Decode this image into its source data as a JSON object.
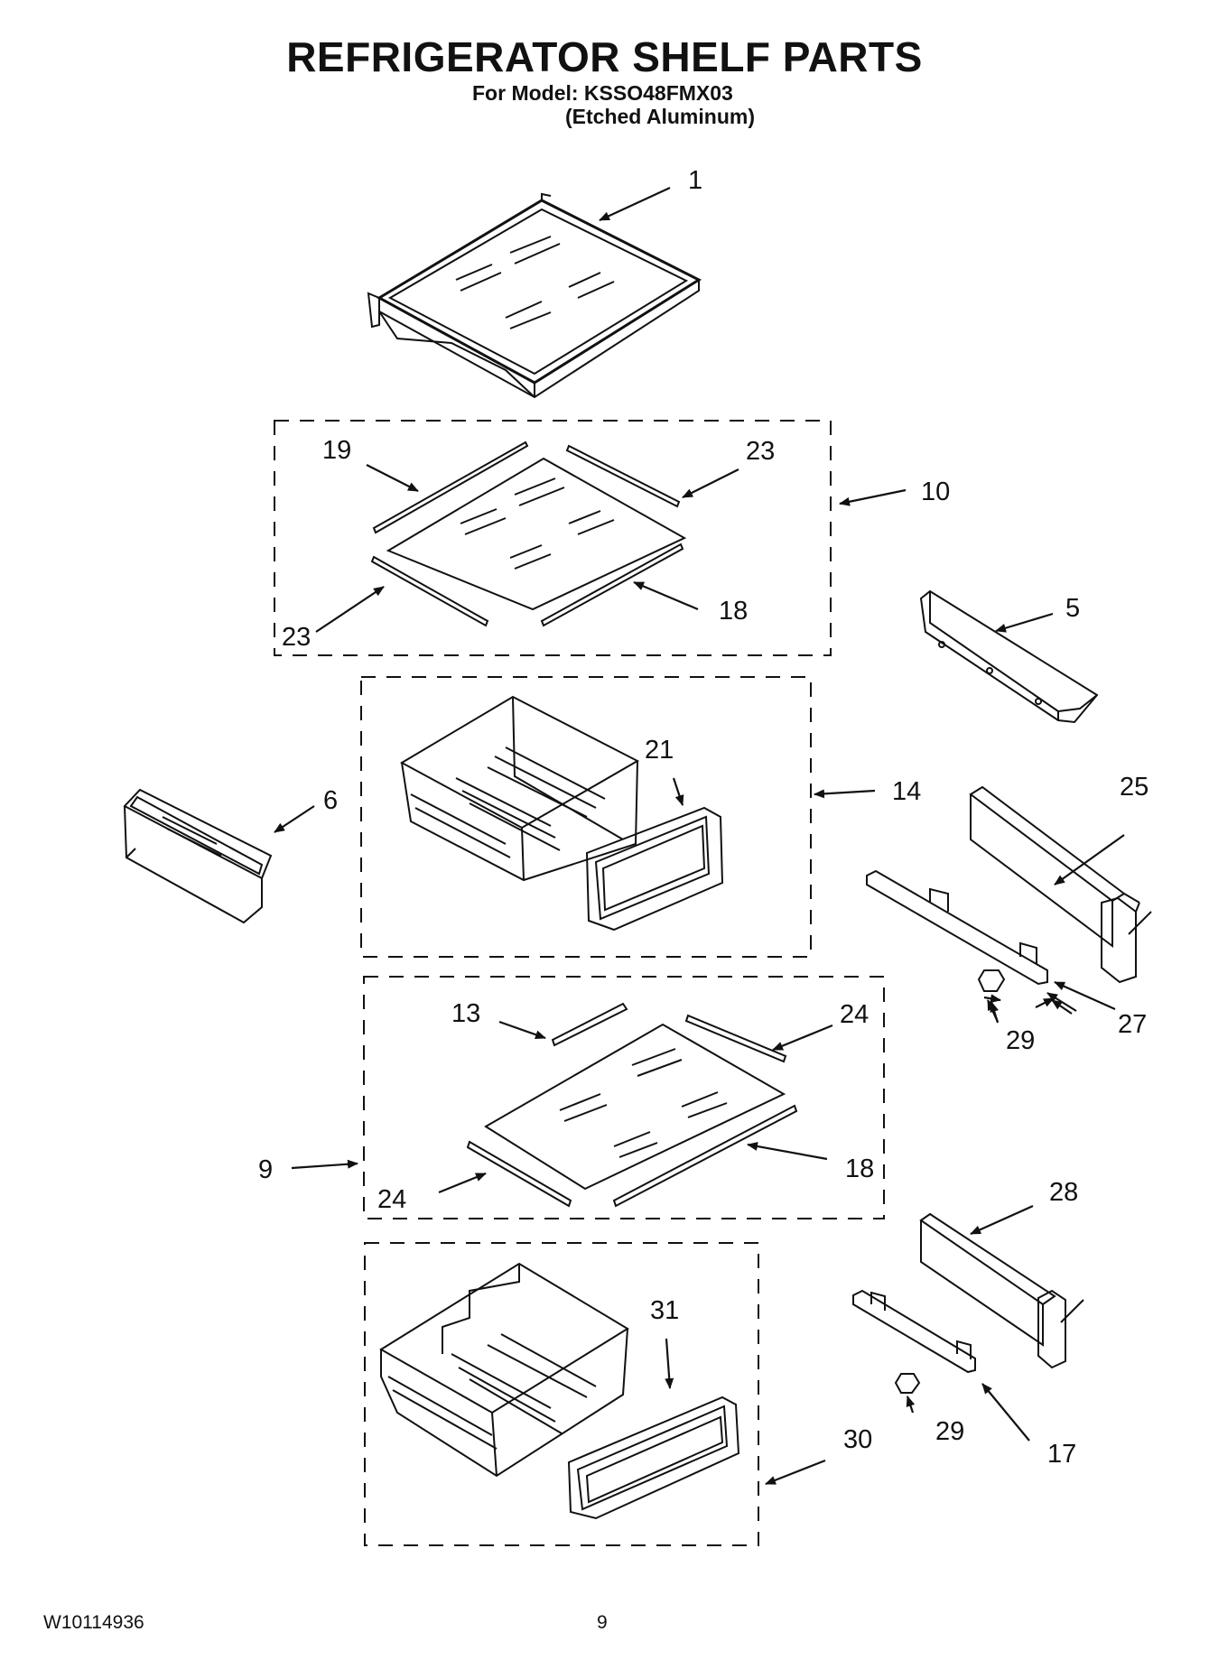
{
  "header": {
    "title": "REFRIGERATOR SHELF PARTS",
    "model_line": "For Model: KSSO48FMX03",
    "finish_line": "(Etched Aluminum)"
  },
  "callouts": [
    "1",
    "19",
    "23",
    "10",
    "23",
    "18",
    "5",
    "21",
    "14",
    "6",
    "25",
    "27",
    "29",
    "13",
    "24",
    "9",
    "24",
    "18",
    "28",
    "31",
    "29",
    "17",
    "30"
  ],
  "footer": {
    "document_number": "W10114936",
    "page_number": "9"
  }
}
